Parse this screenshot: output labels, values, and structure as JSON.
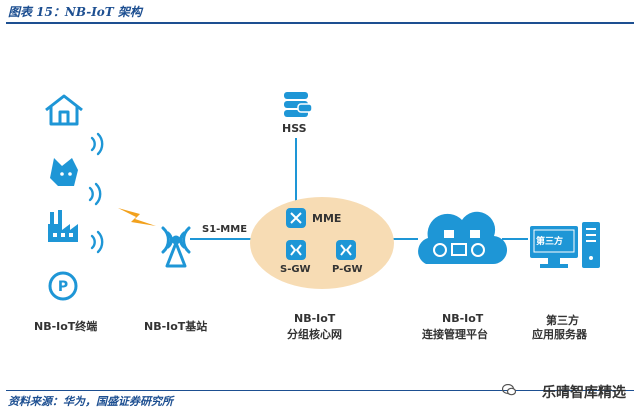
{
  "title": "图表 15：NB-IoT 架构",
  "source": "资料来源：华为，国盛证券研究所",
  "watermark": "乐晴智库精选",
  "colors": {
    "primary": "#1e96d6",
    "core": "#f7dcb4",
    "heading": "#1d4f91",
    "signal": "#f2a11d"
  },
  "labels": {
    "terminal": "NB-IoT终端",
    "base_station": "NB-IoT基站",
    "link": "S1-MME",
    "hss": "HSS",
    "mme": "MME",
    "sgw": "S-GW",
    "pgw": "P-GW",
    "core_line1": "NB-IoT",
    "core_line2": "分组核心网",
    "platform_line1": "NB-IoT",
    "platform_line2": "连接管理平台",
    "server_screen": "第三方",
    "app_line1": "第三方",
    "app_line2": "应用服务器"
  },
  "icons": [
    "house-icon",
    "cat-icon",
    "factory-icon",
    "parking-icon",
    "lightning-icon",
    "antenna-icon",
    "database-icon",
    "cloud-icon",
    "server-icon"
  ]
}
